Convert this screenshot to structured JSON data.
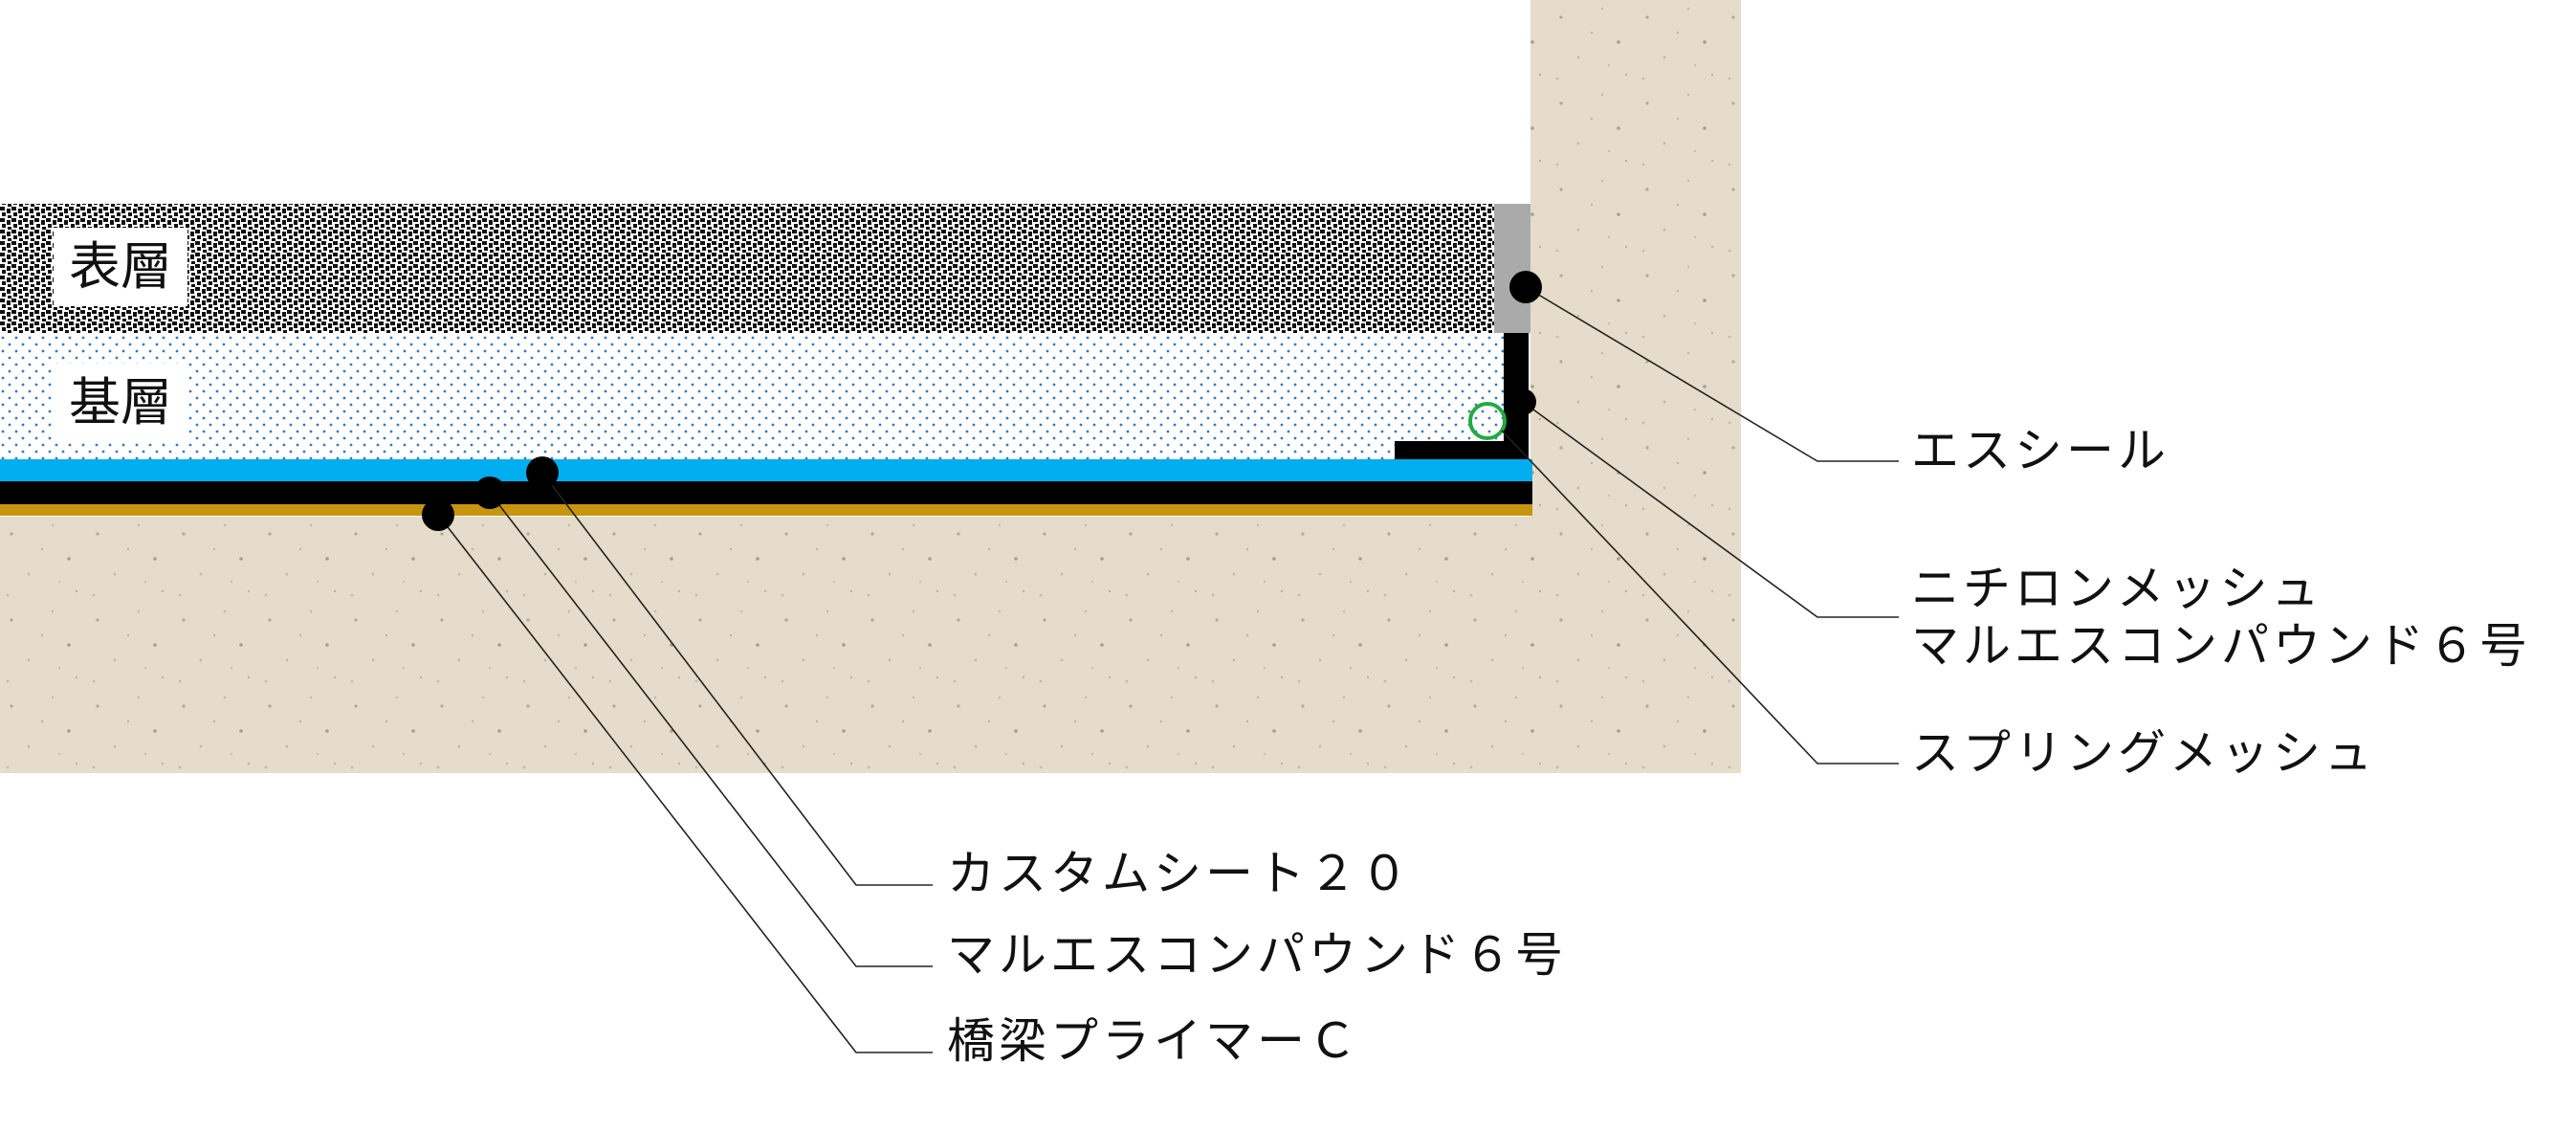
{
  "layers": {
    "surface_label": "表層",
    "base_label": "基層"
  },
  "callouts": {
    "s_seal": "エスシール",
    "nichiron_mesh": "ニチロンメッシュ",
    "maruesu_compound_right": "マルエスコンパウンド６号",
    "spring_mesh": "スプリングメッシュ",
    "custom_sheet": "カスタムシート２０",
    "maruesu_compound_bottom": "マルエスコンパウンド６号",
    "bridge_primer": "橋梁プライマーＣ"
  },
  "colors": {
    "concrete": "#e6dccb",
    "waterproof_sheet": "#00aeef",
    "compound": "#000000",
    "primer": "#c8960e",
    "sealant": "#aaaaaa",
    "spring_mesh_ring": "#22aa44",
    "base_dots": "#3b78b8"
  }
}
